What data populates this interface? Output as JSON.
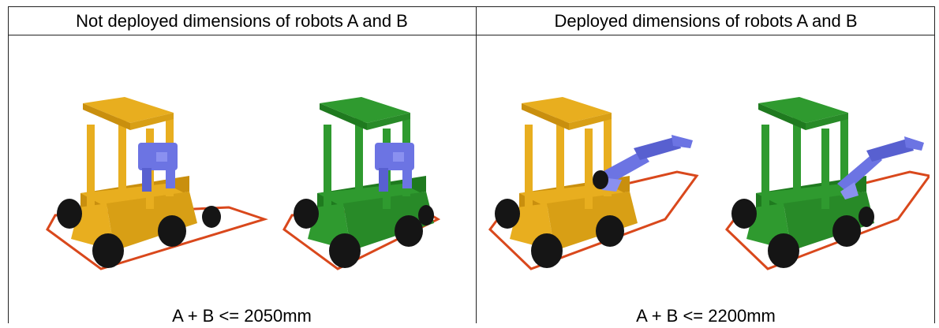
{
  "table": {
    "headers": [
      "Not deployed dimensions of robots A and B",
      "Deployed dimensions of robots A and B"
    ],
    "captions": [
      "A + B <= 2050mm",
      "A + B <= 2200mm"
    ]
  },
  "robots": {
    "colors": {
      "yellow": "#E8AE1F",
      "green": "#2F9A2F",
      "arm": "#6C74E3",
      "outline": "#D9481C",
      "wheel": "#151515"
    }
  }
}
